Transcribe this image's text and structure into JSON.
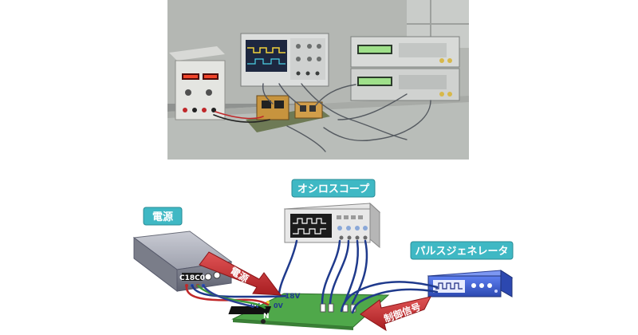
{
  "labels": {
    "power_supply": "電源",
    "oscilloscope": "オシロスコープ",
    "pulse_generator": "パルスジェネレータ"
  },
  "arrows": {
    "power": "電源",
    "control_signal": "制御信号"
  },
  "psu_display": "C18C0",
  "board_labels": {
    "v18": "18V",
    "v0": "0V",
    "v0b": "0V",
    "n": "N"
  },
  "colors": {
    "label_bg": "#3fb8c4",
    "arrow_red": "#c0282a",
    "board_green": "#4fa84a",
    "cable_blue": "#1f3a8c",
    "generator_blue": "#3d5fd0"
  }
}
